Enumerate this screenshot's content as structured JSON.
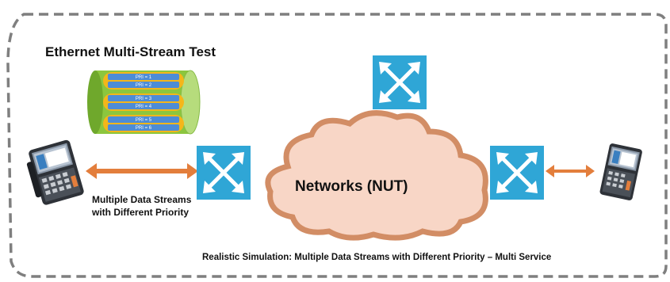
{
  "title": "Ethernet Multi-Stream Test",
  "streams_label": [
    "Multiple Data Streams",
    "with Different Priority"
  ],
  "network_label": "Networks  (NUT)",
  "footer_caption": "Realistic Simulation: Multiple Data Streams with Different Priority – Multi Service",
  "priority_labels": [
    "PRI = 1",
    "PRI = 2",
    "PRI = 3",
    "PRI = 4",
    "PRI = 5",
    "PRI = 6"
  ],
  "colors": {
    "frame": "#7f7f7f",
    "cloud_fill": "#f8d6c6",
    "cloud_stroke": "#d28d65",
    "switch_fill": "#2fa6d6",
    "arrow": "#e37e3c",
    "cylinder": "#8cc63e",
    "stream_bar": "#4d8cd6"
  },
  "icons": [
    "tester-device-icon",
    "switch-icon",
    "cloud-icon",
    "cylinder-icon",
    "double-arrow-icon"
  ]
}
